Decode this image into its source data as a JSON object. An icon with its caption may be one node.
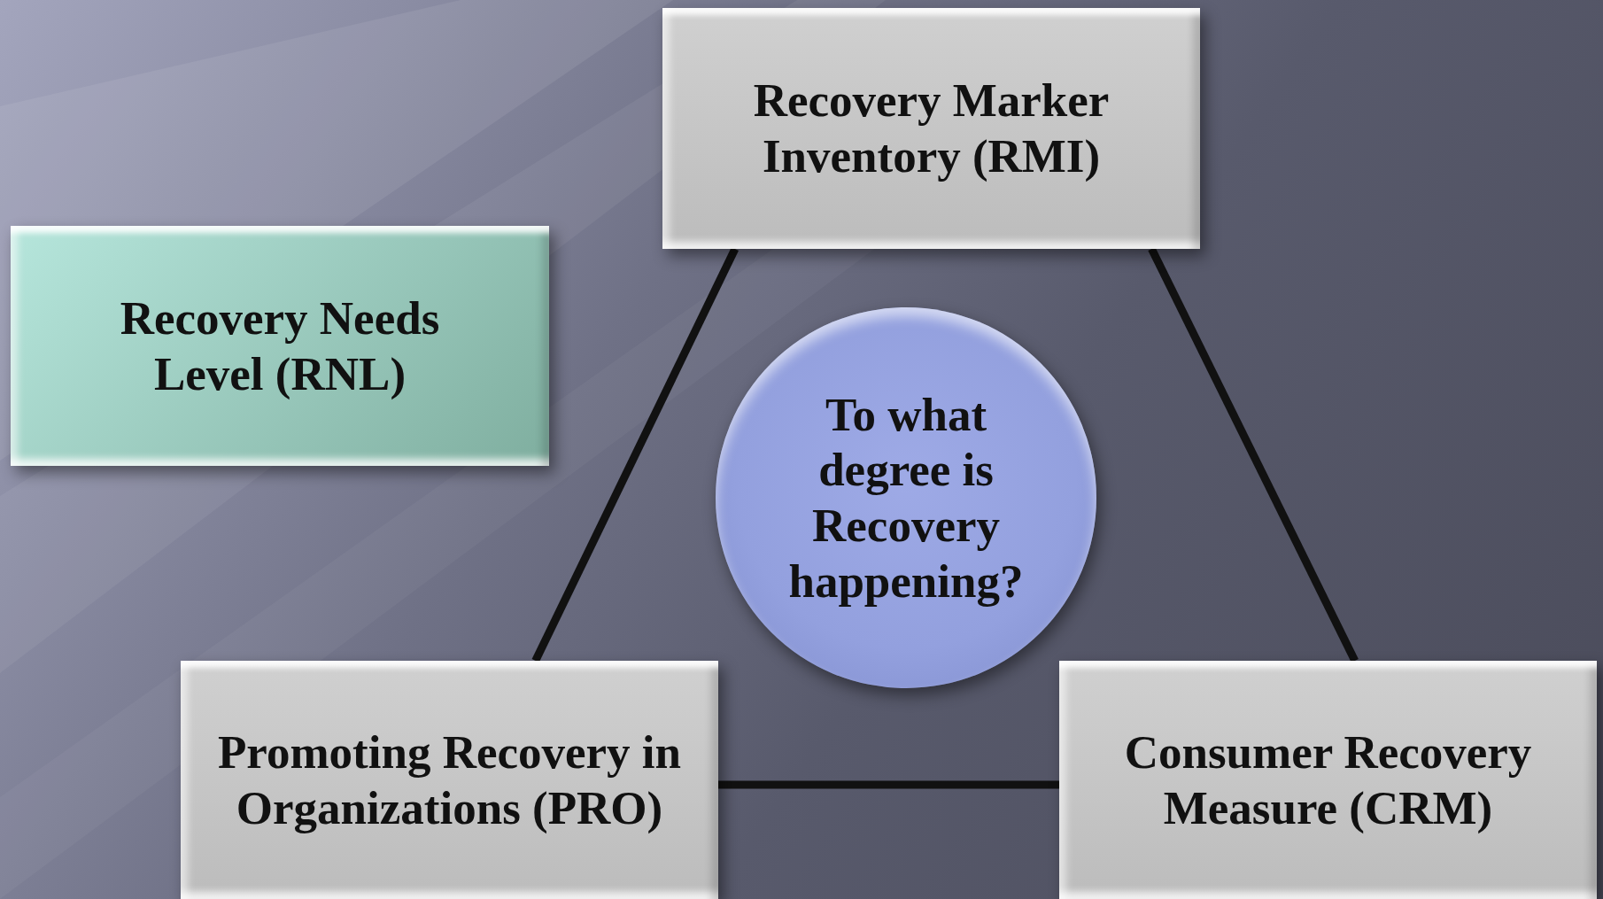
{
  "diagram": {
    "nodes": [
      {
        "text": [
          "Recovery Marker Inventory (RMI)"
        ]
      },
      {
        "text": [
          "Recovery Needs Level (RNL)"
        ]
      },
      {
        "text": [
          "To what degree is Recovery happening?"
        ]
      },
      {
        "text": [
          "Promoting Recovery in Organizations (PRO)"
        ]
      },
      {
        "text": [
          "Consumer Recovery Measure (CRM)"
        ]
      }
    ],
    "edges": [
      {
        "from": 0,
        "to": 3,
        "arrow": "none"
      },
      {
        "from": 0,
        "to": 4,
        "arrow": "none"
      },
      {
        "from": 3,
        "to": 4,
        "arrow": "none"
      }
    ]
  }
}
